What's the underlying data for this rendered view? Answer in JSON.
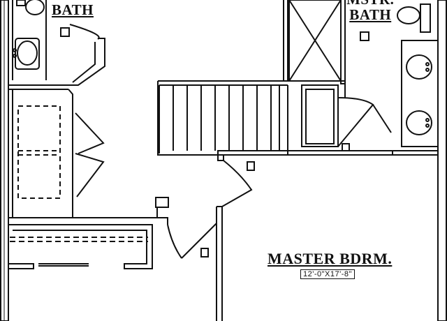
{
  "rooms": {
    "bath": {
      "label": "BATH"
    },
    "master_bath": {
      "label_line1": "MSTR.",
      "label_line2": "BATH"
    },
    "master_bedroom": {
      "label": "MASTER BDRM.",
      "dimensions": "12'-0\"X17'-8\""
    }
  },
  "colors": {
    "line": "#111111",
    "background": "#ffffff"
  }
}
